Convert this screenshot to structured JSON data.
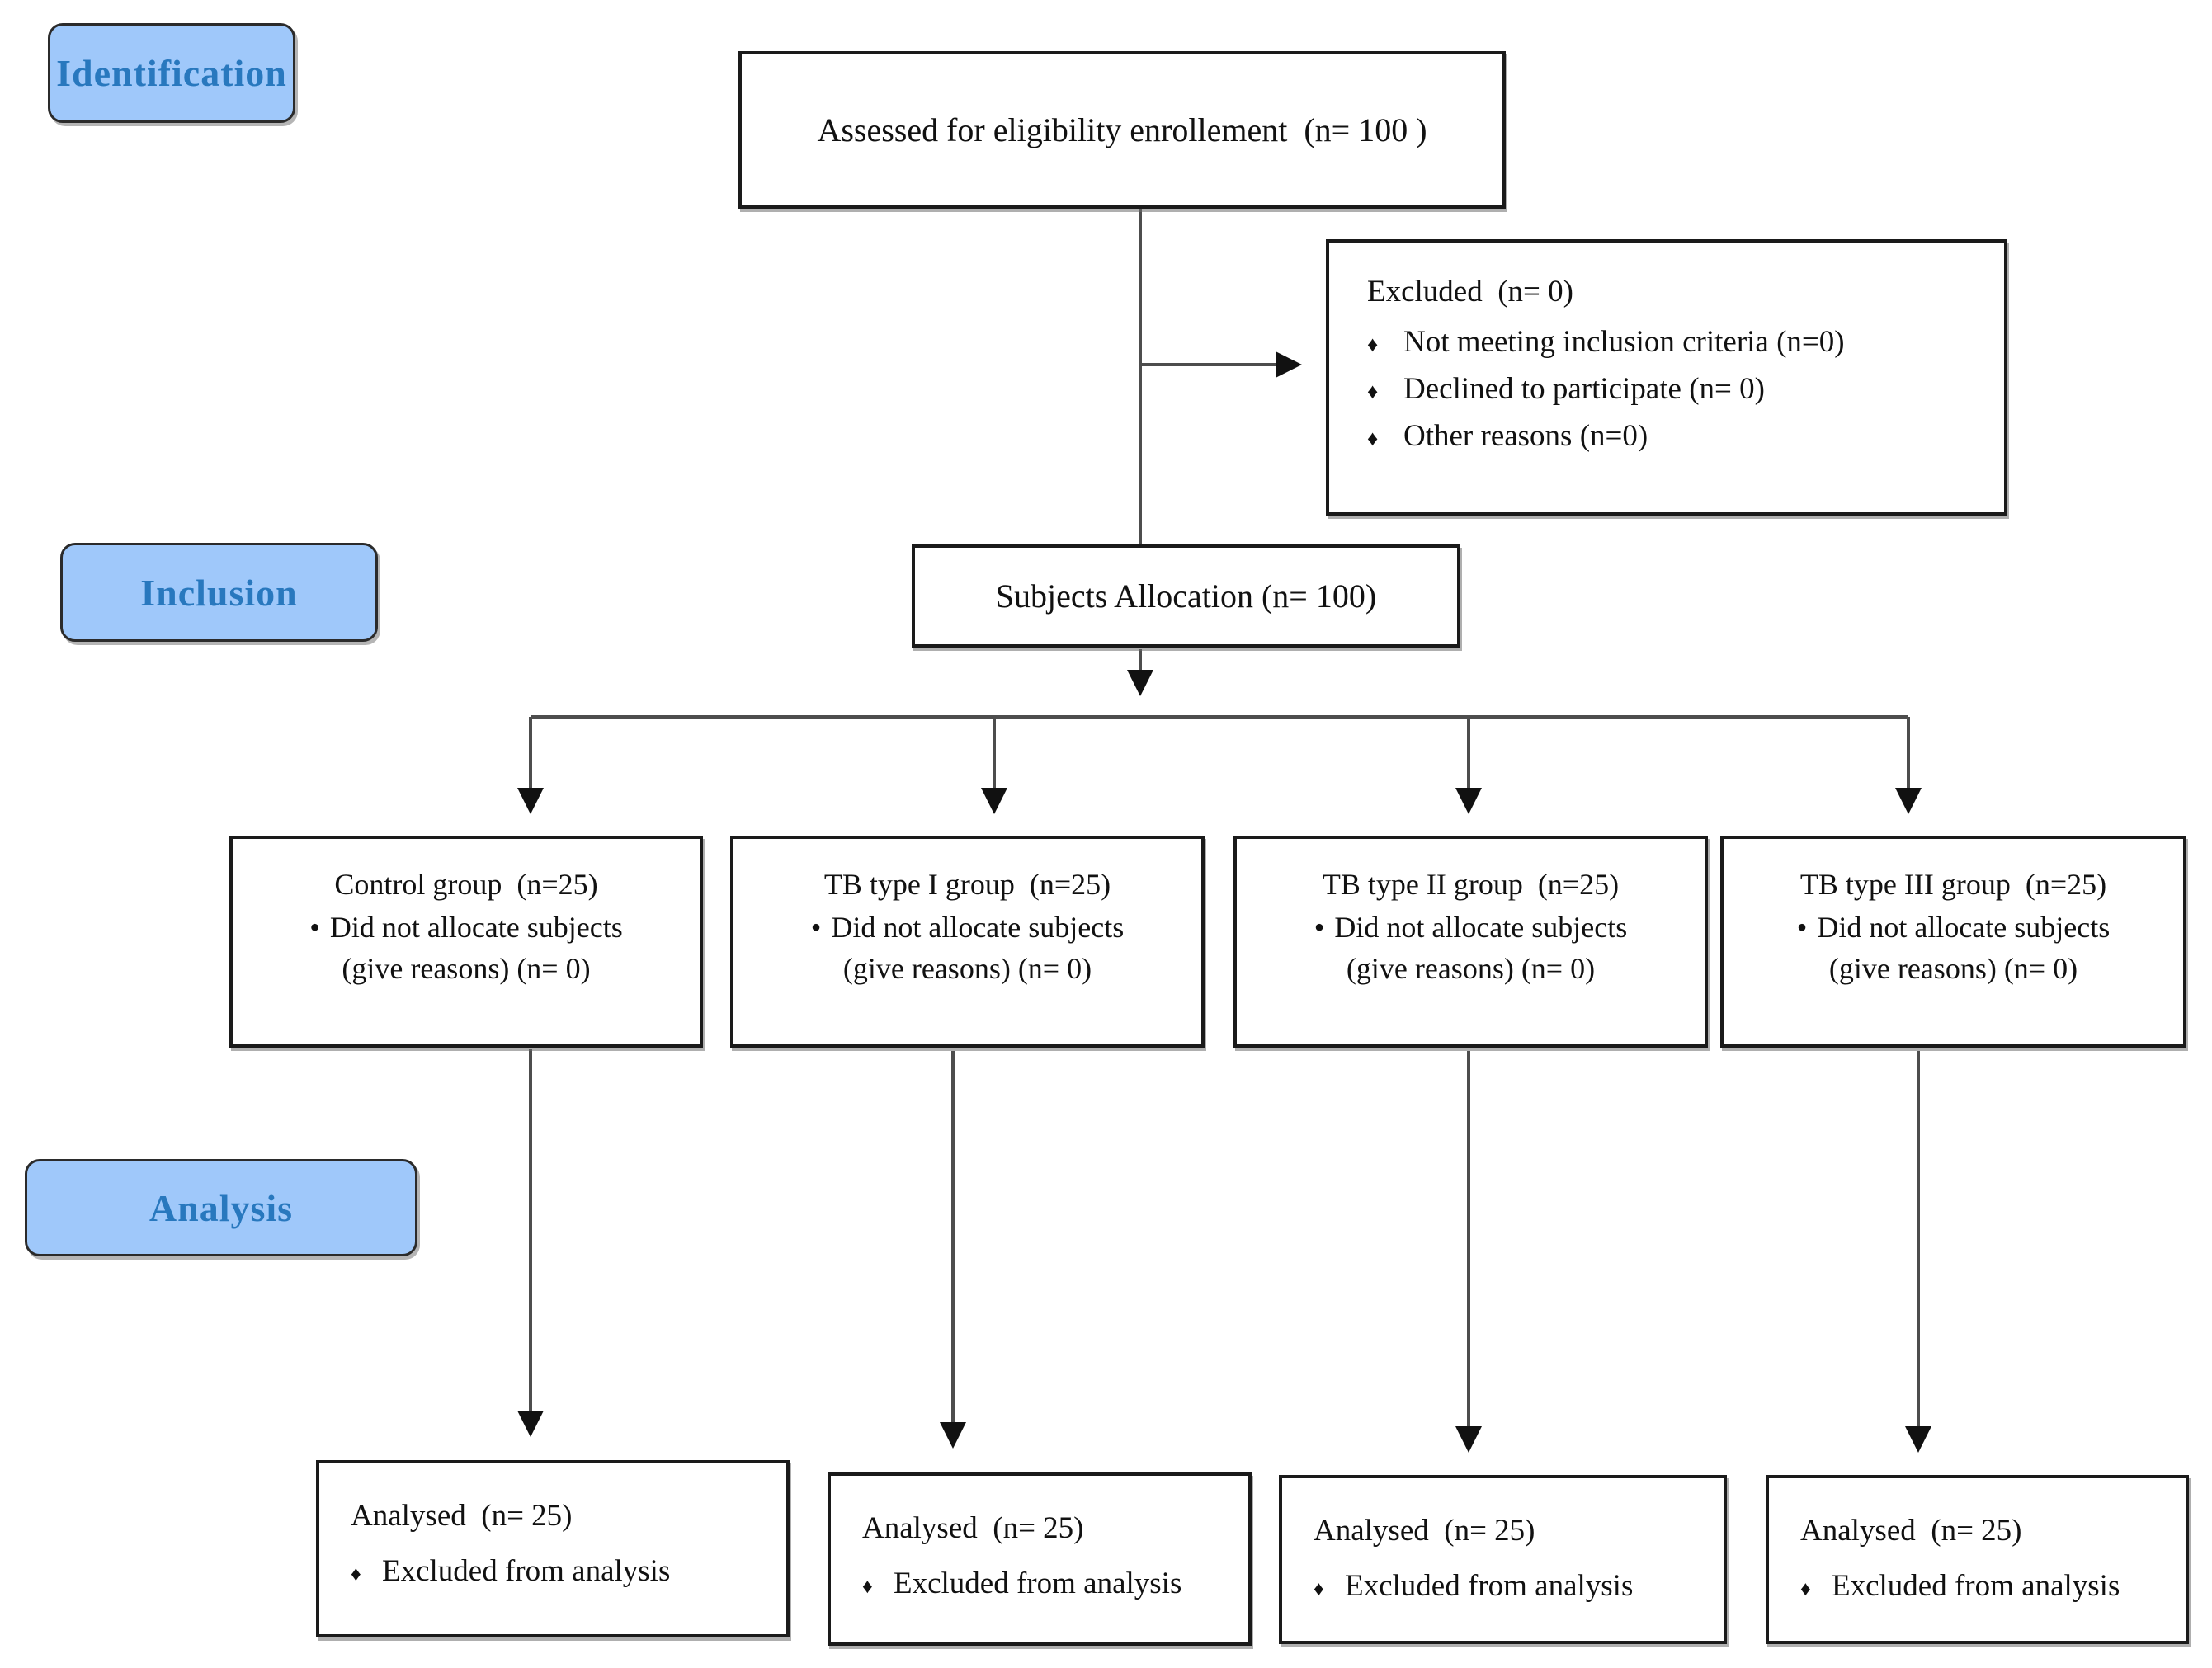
{
  "diagram": {
    "colors": {
      "stage_label_fill": "#9FC8FA",
      "stage_label_text": "#2878BE",
      "box_border": "#1a1a1a",
      "connector_line": "#4d4d4d",
      "arrowhead": "#111111"
    },
    "stage_labels": [
      {
        "text": "Identification"
      },
      {
        "text": "Inclusion"
      },
      {
        "text": "Analysis"
      }
    ],
    "assessed": {
      "text": "Assessed for eligibility enrollement  (n= 100 )"
    },
    "excluded": {
      "title": "Excluded  (n= 0)",
      "bullet": "♦",
      "items": [
        "Not meeting inclusion criteria (n=0)",
        "Declined to participate (n= 0)",
        "Other reasons (n=0)"
      ]
    },
    "allocation": {
      "text": "Subjects Allocation (n= 100)"
    },
    "groups": [
      {
        "title": "Control group  (n=25)",
        "bullet": "•",
        "line1": "Did not allocate subjects",
        "line2": "(give reasons) (n= 0)"
      },
      {
        "title": "TB type I group  (n=25)",
        "bullet": "•",
        "line1": "Did not allocate subjects",
        "line2": "(give reasons) (n= 0)"
      },
      {
        "title": "TB type II group  (n=25)",
        "bullet": "•",
        "line1": "Did not allocate subjects",
        "line2": "(give reasons) (n= 0)"
      },
      {
        "title": "TB type III group  (n=25)",
        "bullet": "•",
        "line1": "Did not allocate subjects",
        "line2": "(give reasons) (n= 0)"
      }
    ],
    "analysed": [
      {
        "title": "Analysed  (n= 25)",
        "bullet": "♦",
        "item": "Excluded from analysis"
      },
      {
        "title": "Analysed  (n= 25)",
        "bullet": "♦",
        "item": "Excluded from analysis"
      },
      {
        "title": "Analysed  (n= 25)",
        "bullet": "♦",
        "item": "Excluded from analysis"
      },
      {
        "title": "Analysed  (n= 25)",
        "bullet": "♦",
        "item": "Excluded from analysis"
      }
    ]
  }
}
